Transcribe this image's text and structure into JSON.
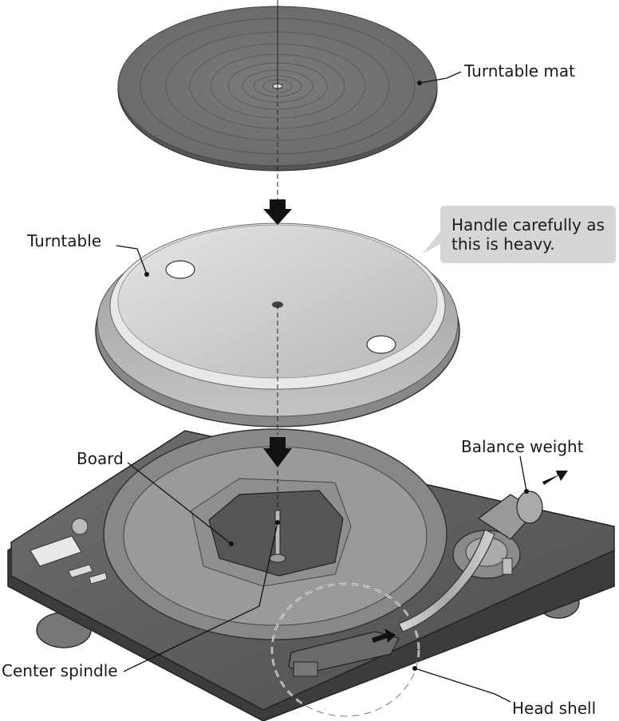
{
  "labels": {
    "turntable_mat": "Turntable mat",
    "turntable": "Turntable",
    "board": "Board",
    "balance_weight": "Balance weight",
    "center_spindle": "Center spindle",
    "head_shell": "Head shell"
  },
  "callout": {
    "line1": "Handle carefully as",
    "line2": "this is heavy."
  }
}
